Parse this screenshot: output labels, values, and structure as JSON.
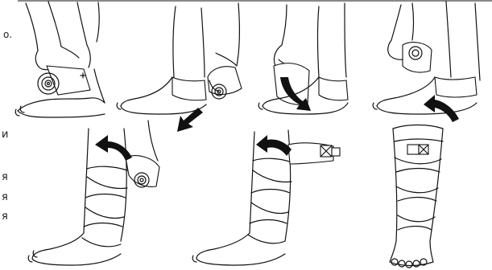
{
  "page": {
    "background": "#ffffff",
    "ink": "#111111"
  },
  "left_edge_text": {
    "g1": "o.",
    "g2": "и",
    "g3": "я",
    "g4": "я",
    "g5": "я"
  },
  "panels": [
    {
      "id": "panel-1",
      "icon": "hand-holding-bandage-roll-icon"
    },
    {
      "id": "panel-2",
      "icon": "bandage-around-ankle-icon"
    },
    {
      "id": "panel-3",
      "icon": "hand-guiding-bandage-icon"
    },
    {
      "id": "panel-4",
      "icon": "hand-wrapping-lower-leg-icon"
    },
    {
      "id": "panel-5",
      "icon": "bandaged-leg-spiral-icon"
    },
    {
      "id": "panel-6",
      "icon": "bandaged-leg-with-clip-icon"
    },
    {
      "id": "panel-7",
      "icon": "fully-bandaged-leg-icon"
    }
  ]
}
